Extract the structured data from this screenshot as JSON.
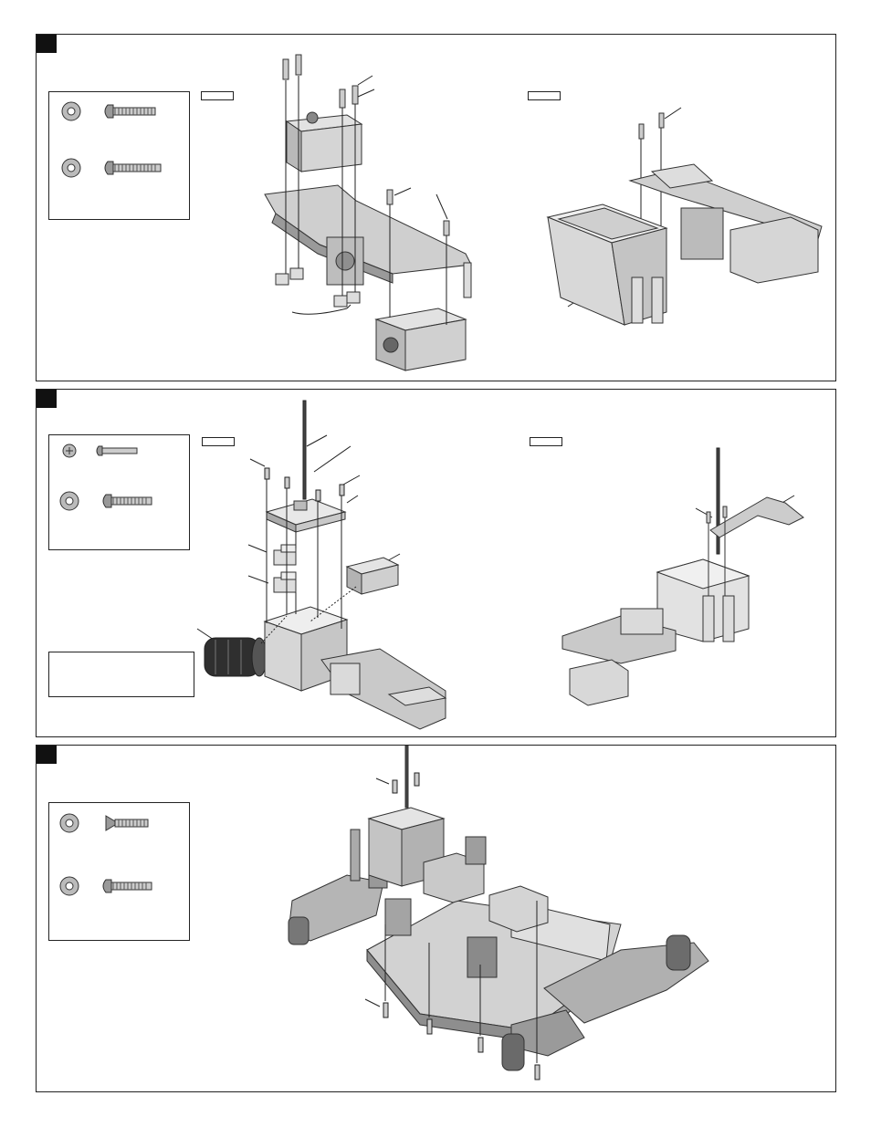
{
  "page": {
    "background": "#ffffff",
    "ink": "#222222"
  },
  "steps": [
    {
      "id": "step-1",
      "hardware": [
        "washer-icon",
        "screw-icon",
        "washer-icon",
        "screw-icon"
      ],
      "tags": 2
    },
    {
      "id": "step-2",
      "hardware": [
        "washer-icon",
        "screw-icon",
        "washer-icon",
        "screw-icon"
      ],
      "tags": 2,
      "note": true
    },
    {
      "id": "step-3",
      "hardware": [
        "washer-icon",
        "flathead-screw-icon",
        "washer-icon",
        "screw-icon"
      ],
      "tags": 0
    }
  ],
  "colors": {
    "part_fill": "#e6e6e6",
    "part_shade": "#b5b5b5",
    "part_dark": "#555555",
    "motor": "#333333"
  }
}
